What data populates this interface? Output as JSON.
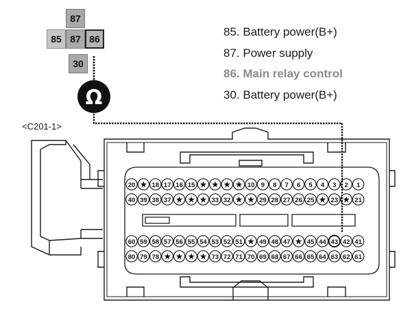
{
  "legend": [
    {
      "text": "85. Battery power(B+)",
      "highlight": false
    },
    {
      "text": "87. Power supply",
      "highlight": false
    },
    {
      "text": "86. Main relay control",
      "highlight": true
    },
    {
      "text": "30. Battery power(B+)",
      "highlight": false
    }
  ],
  "relay": {
    "top": "87",
    "left": "85",
    "center": "87",
    "right": "86",
    "bottom": "30"
  },
  "meter_symbol": "Ω",
  "connector_label": "<C201-1>",
  "pins": {
    "row1": [
      "20",
      "★",
      "18",
      "17",
      "16",
      "15",
      "★",
      "★",
      "★",
      "★",
      "10",
      "9",
      "8",
      "7",
      "6",
      "5",
      "4",
      "3",
      "2",
      "1"
    ],
    "row2": [
      "40",
      "39",
      "38",
      "37",
      "★",
      "★",
      "★",
      "33",
      "32",
      "★",
      "★",
      "29",
      "28",
      "27",
      "26",
      "25",
      "★",
      "23",
      "★",
      "21"
    ],
    "row3": [
      "60",
      "59",
      "58",
      "57",
      "56",
      "55",
      "54",
      "53",
      "52",
      "51",
      "★",
      "49",
      "48",
      "47",
      "★",
      "45",
      "44",
      "43",
      "42",
      "41"
    ],
    "row4": [
      "80",
      "79",
      "78",
      "★",
      "★",
      "★",
      "★",
      "73",
      "72",
      "71",
      "70",
      "69",
      "68",
      "67",
      "66",
      "65",
      "64",
      "63",
      "62",
      "61"
    ]
  },
  "probe_pin": "43",
  "colors": {
    "line": "#1a1a1a",
    "relay_dark": "#a9a9a9",
    "relay_light": "#c7c7c7",
    "highlight_text": "#8a8a8a"
  }
}
